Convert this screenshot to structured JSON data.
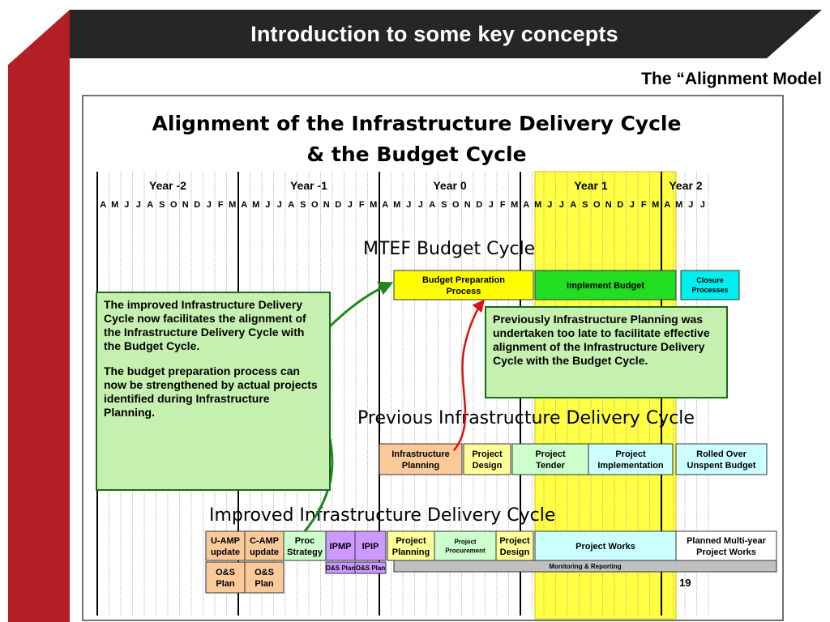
{
  "slide": {
    "title": "Introduction to some key concepts",
    "subtitle": "The “Alignment Model",
    "page_number": "19"
  },
  "diagram": {
    "title_line1": "Alignment of the Infrastructure  Delivery Cycle",
    "title_line2": "& the Budget Cycle",
    "years": [
      "Year -2",
      "Year -1",
      "Year 0",
      "Year 1",
      "Year 2"
    ],
    "months": [
      "A",
      "M",
      "J",
      "J",
      "A",
      "S",
      "O",
      "N",
      "D",
      "J",
      "F",
      "M",
      "A",
      "M",
      "J",
      "J",
      "A",
      "S",
      "O",
      "N",
      "D",
      "J",
      "F",
      "M",
      "A",
      "M",
      "J",
      "J",
      "A",
      "S",
      "O",
      "N",
      "D",
      "J",
      "F",
      "M",
      "A",
      "M",
      "J",
      "J",
      "A",
      "S",
      "O",
      "N",
      "D",
      "J",
      "F",
      "M",
      "A",
      "M",
      "J",
      "J"
    ],
    "mtef_heading": "MTEF Budget Cycle",
    "previous_heading": "Previous Infrastructure Delivery Cycle",
    "improved_heading": "Improved Infrastructure Delivery Cycle",
    "mtef_boxes": [
      {
        "label": "Budget Preparation Process",
        "lines": [
          "Budget Preparation",
          "Process"
        ],
        "color": "#ffff00"
      },
      {
        "label": "Implement Budget",
        "lines": [
          "Implement  Budget"
        ],
        "color": "#22dd22"
      },
      {
        "label": "Closure Processes",
        "lines": [
          "Closure",
          "Processes"
        ],
        "color": "#00eeee"
      }
    ],
    "previous_boxes": [
      {
        "label": "Infrastructure Planning",
        "lines": [
          "Infrastructure",
          "Planning"
        ],
        "color": "#f9c99a"
      },
      {
        "label": "Project Design",
        "lines": [
          "Project",
          "Design"
        ],
        "color": "#ffff99"
      },
      {
        "label": "Project Tender",
        "lines": [
          "Project",
          "Tender"
        ],
        "color": "#ccffcc"
      },
      {
        "label": "Project Implementation",
        "lines": [
          "Project",
          "Implementation"
        ],
        "color": "#ccffff"
      },
      {
        "label": "Rolled Over Unspent Budget",
        "lines": [
          "Rolled Over",
          "Unspent Budget"
        ],
        "color": "#ccffff"
      }
    ],
    "improved_boxes": [
      {
        "label": "U-AMP update",
        "lines": [
          "U-AMP",
          "update"
        ],
        "color": "#f9c99a"
      },
      {
        "label": "C-AMP update",
        "lines": [
          "C-AMP",
          "update"
        ],
        "color": "#f9c99a"
      },
      {
        "label": "Proc Strategy",
        "lines": [
          "Proc",
          "Strategy"
        ],
        "color": "#ccffcc"
      },
      {
        "label": "IPMP",
        "lines": [
          "IPMP"
        ],
        "color": "#cc99ff"
      },
      {
        "label": "IPIP",
        "lines": [
          "IPIP"
        ],
        "color": "#cc99ff"
      },
      {
        "label": "Project Planning",
        "lines": [
          "Project",
          "Planning"
        ],
        "color": "#ffff99"
      },
      {
        "label": "Project Procurement",
        "lines": [
          "Project",
          "Procurement"
        ],
        "color": "#ccffcc"
      },
      {
        "label": "Project Design",
        "lines": [
          "Project",
          "Design"
        ],
        "color": "#ffff99"
      },
      {
        "label": "Project Works",
        "lines": [
          "Project Works"
        ],
        "color": "#ccffff"
      },
      {
        "label": "Planned Multi-year Project Works",
        "lines": [
          "Planned Multi-year",
          "Project Works"
        ],
        "color": "#ffffff"
      },
      {
        "label": "O&S Plan (U-AMP)",
        "lines": [
          "O&S",
          "Plan"
        ],
        "color": "#f9c99a"
      },
      {
        "label": "O&S Plan (C-AMP)",
        "lines": [
          "O&S",
          "Plan"
        ],
        "color": "#f9c99a"
      },
      {
        "label": "O&S Plan (IPMP)",
        "lines": [
          "O&S Plan"
        ],
        "color": "#cc99ff"
      },
      {
        "label": "O&S Plan (IPIP)",
        "lines": [
          "O&S Plan"
        ],
        "color": "#cc99ff"
      },
      {
        "label": "Monitoring & Reporting",
        "lines": [
          "Monitoring & Reporting"
        ],
        "color": "#c0c0c0"
      }
    ],
    "callout_left": {
      "para1": "The improved Infrastructure Delivery Cycle  now facilitates the alignment of the Infrastructure Delivery Cycle with the Budget Cycle.",
      "para2": "The budget preparation process can now be strengthened by actual projects  identified during Infrastructure Planning."
    },
    "callout_right": {
      "para1": "Previously Infrastructure Planning was undertaken too late to facilitate effective alignment of the Infrastructure Delivery Cycle with the Budget Cycle."
    }
  },
  "colors": {
    "title_bar": "#262626",
    "accent_red": "#b21f24",
    "year1_highlight": "#ffff44",
    "callout_fill": "#c6f0b0",
    "green_arrow": "#1e8a1e",
    "red_arrow": "#e01010"
  }
}
